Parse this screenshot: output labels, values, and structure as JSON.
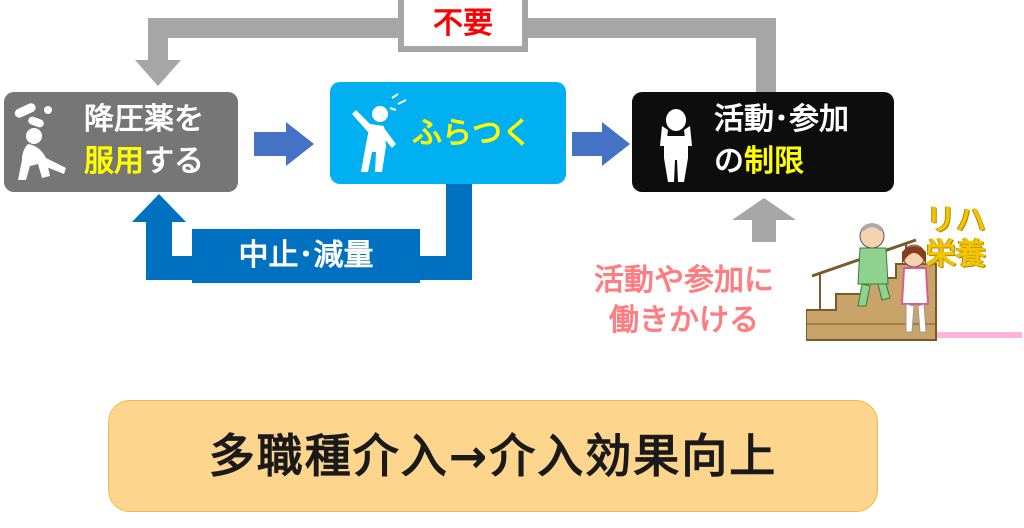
{
  "boxes": {
    "drug": {
      "line1": "降圧薬を",
      "line2_highlight": "服用",
      "line2_rest": "する",
      "icon": "person-stumbling-pills-icon",
      "bg": "#767676"
    },
    "dizzy": {
      "label": "ふらつく",
      "icon": "person-dizzy-icon",
      "bg": "#00b0f0"
    },
    "limit": {
      "line1": "活動･参加",
      "line2_prefix": "の",
      "line2_highlight": "制限",
      "icon": "person-head-in-hands-icon",
      "bg": "#0d0d0d"
    }
  },
  "loop_labels": {
    "unnecessary": "不要",
    "stop_reduce": "中止･減量"
  },
  "intervention": {
    "line1": "活動や参加に",
    "line2": "働きかける",
    "logo_line1": "リハ",
    "logo_line2": "栄養",
    "illustration": "stairs-rehab-illustration"
  },
  "conclusion": "多職種介入→介入効果向上",
  "colors": {
    "gray_arrow": "#a6a6a6",
    "blue_arrow": "#4472c4",
    "loop_blue": "#0070c0",
    "highlight": "#ffff00",
    "red_text": "#ff0000",
    "pink_text": "#ff7c80",
    "bottom_fill": "#fdd58d"
  }
}
